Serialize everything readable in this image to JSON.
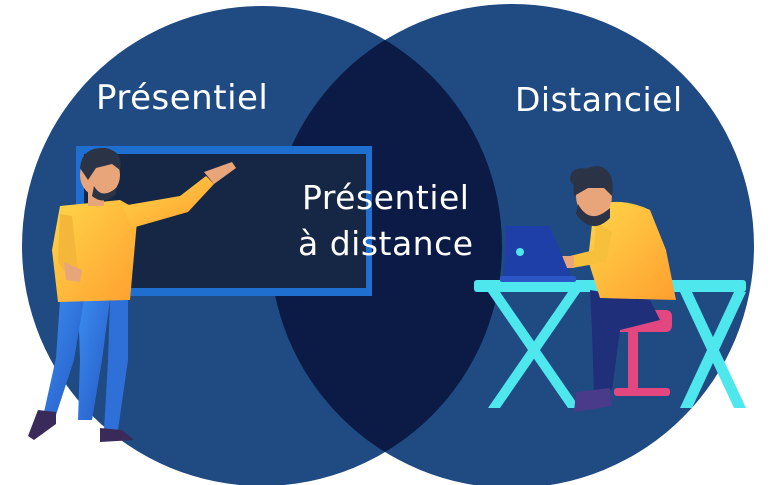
{
  "diagram": {
    "type": "venn",
    "left_set_label": "Présentiel",
    "right_set_label": "Distanciel",
    "intersection_label_line1": "Présentiel",
    "intersection_label_line2": "à distance"
  },
  "colors": {
    "circle": "#1f4a82",
    "intersection": "#0b1b45",
    "board_frame": "#1e6fd0",
    "board_surface": "#152744",
    "desk": "#4fe7ee",
    "shirt": "#ffc33a",
    "pants": "#2f6fd8",
    "stool": "#e2477f",
    "laptop": "#1f3fa8",
    "text": "#ffffff"
  },
  "illustrations": [
    "teacher-at-board",
    "remote-learner-at-laptop"
  ]
}
